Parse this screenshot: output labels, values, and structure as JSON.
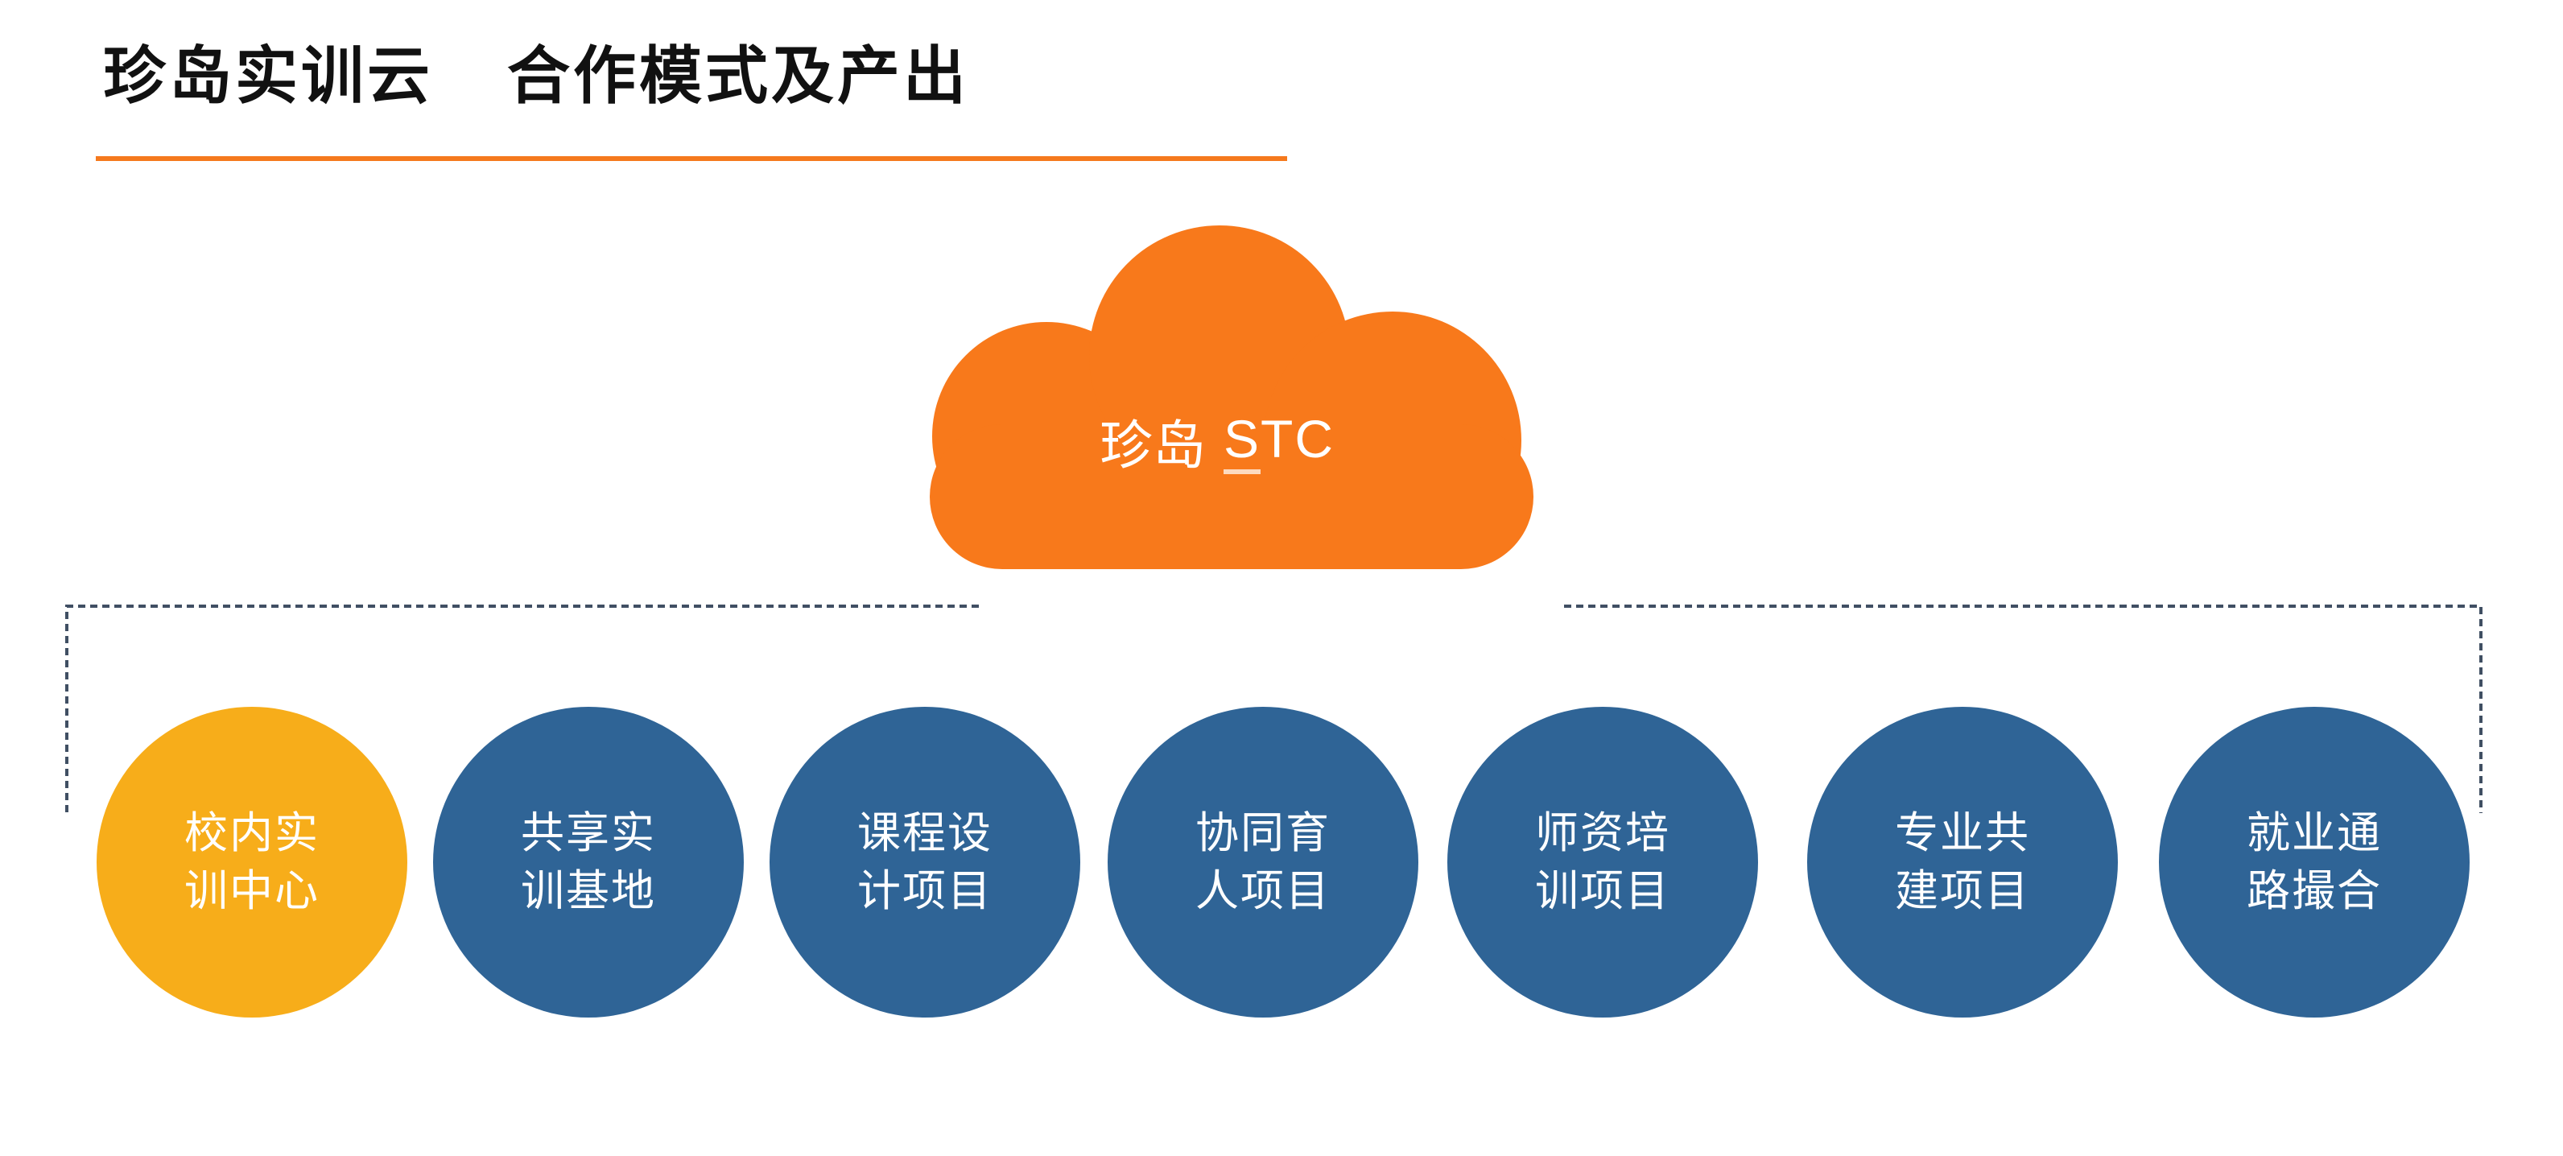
{
  "slide": {
    "title": {
      "part1": "珍岛实训云",
      "part2": "合作模式及产出"
    },
    "cloud": {
      "label_cn": "珍岛",
      "label_s": "S",
      "label_rest": "TC"
    },
    "circles": [
      {
        "line1": "校内实",
        "line2": "训中心",
        "style": "yellow"
      },
      {
        "line1": "共享实",
        "line2": "训基地",
        "style": "blue"
      },
      {
        "line1": "课程设",
        "line2": "计项目",
        "style": "blue"
      },
      {
        "line1": "协同育",
        "line2": "人项目",
        "style": "blue"
      },
      {
        "line1": "师资培",
        "line2": "训项目",
        "style": "blue"
      },
      {
        "line1": "专业共",
        "line2": "建项目",
        "style": "blue"
      },
      {
        "line1": "就业通",
        "line2": "路撮合",
        "style": "blue"
      }
    ],
    "colors": {
      "accent_orange": "#F5791D",
      "cloud_orange": "#F8791B",
      "circle_yellow": "#F7AD1A",
      "circle_blue": "#2F6496",
      "dash_gray": "#404F63",
      "title_black": "#111111",
      "text_white": "#FFFFFF"
    }
  }
}
